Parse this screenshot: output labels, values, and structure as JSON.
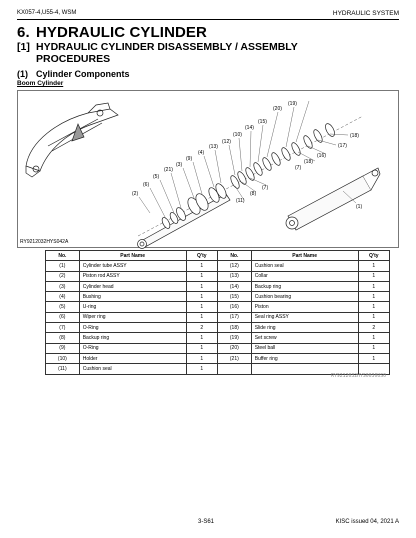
{
  "header": {
    "left": "KX057-4,U55-4, WSM",
    "right": "HYDRAULIC SYSTEM"
  },
  "section": {
    "number": "6.",
    "title": "HYDRAULIC CYLINDER"
  },
  "subsection": {
    "number": "[1]",
    "title_line1": "HYDRAULIC CYLINDER DISASSEMBLY / ASSEMBLY",
    "title_line2": "PROCEDURES"
  },
  "subsubsection": {
    "number": "(1)",
    "title": "Cylinder Components"
  },
  "figure_title": "Boom Cylinder",
  "figure": {
    "caption": "RY9212032HYS042A",
    "callouts": [
      "(1)",
      "(2)",
      "(3)",
      "(4)",
      "(5)",
      "(6)",
      "(7)",
      "(7)",
      "(8)",
      "(9)",
      "(10)",
      "(11)",
      "(12)",
      "(13)",
      "(14)",
      "(15)",
      "(16)",
      "(17)",
      "(18)",
      "(18)",
      "(19)",
      "(20)",
      "(21)"
    ]
  },
  "table": {
    "headers": [
      "No.",
      "Part Name",
      "Q'ty",
      "No.",
      "Part Name",
      "Q'ty"
    ],
    "rows": [
      [
        "(1)",
        "Cylinder tube ASSY",
        "1",
        "(12)",
        "Cushion seal",
        "1"
      ],
      [
        "(2)",
        "Piston rod ASSY",
        "1",
        "(13)",
        "Collar",
        "1"
      ],
      [
        "(3)",
        "Cylinder head",
        "1",
        "(14)",
        "Backup ring",
        "1"
      ],
      [
        "(4)",
        "Bushing",
        "1",
        "(15)",
        "Cushion bearing",
        "1"
      ],
      [
        "(5)",
        "U-ring",
        "1",
        "(16)",
        "Piston",
        "1"
      ],
      [
        "(6)",
        "Wiper ring",
        "1",
        "(17)",
        "Seal ring ASSY",
        "1"
      ],
      [
        "(7)",
        "O-Ring",
        "2",
        "(18)",
        "Slide ring",
        "2"
      ],
      [
        "(8)",
        "Backup ring",
        "1",
        "(19)",
        "Set screw",
        "1"
      ],
      [
        "(9)",
        "O-Ring",
        "1",
        "(20)",
        "Steel ball",
        "1"
      ],
      [
        "(10)",
        "Holder",
        "1",
        "(21)",
        "Buffer ring",
        "1"
      ],
      [
        "(11)",
        "Cushion seal",
        "1",
        "",
        "",
        ""
      ]
    ],
    "code": "RY9212032HYS0030US0"
  },
  "footer": {
    "page": "3-S61",
    "issue": "KISC issued 04, 2021 A"
  }
}
